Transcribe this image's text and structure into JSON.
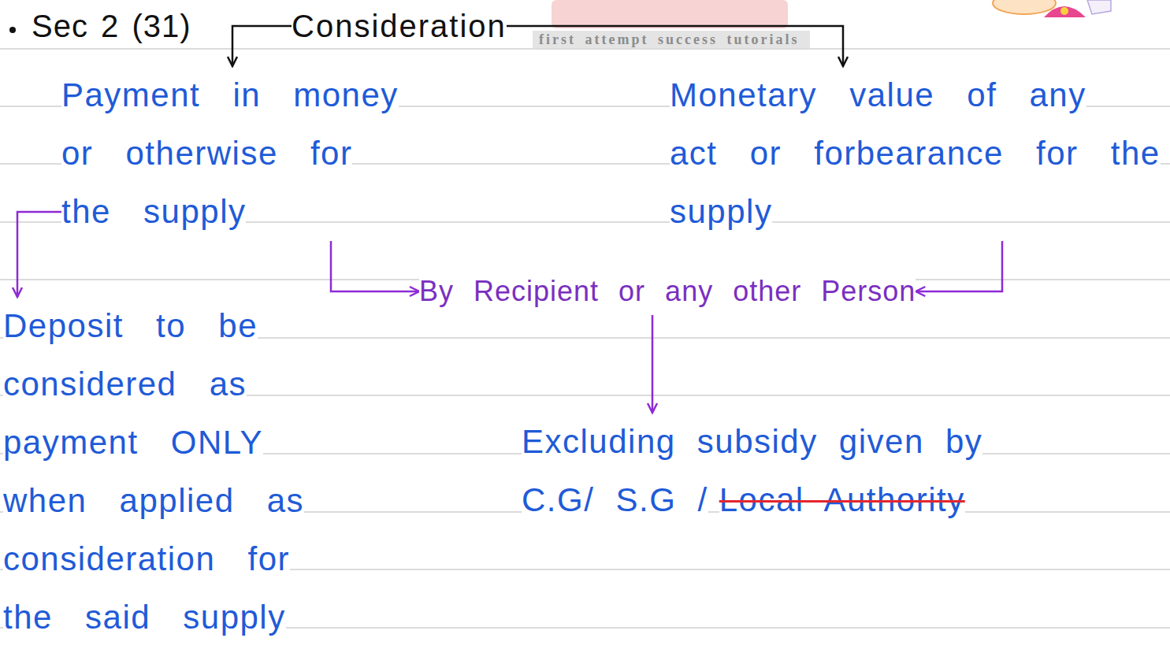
{
  "diagram": {
    "nodes": [
      {
        "text": [
          "Consideration"
        ]
      },
      {
        "text": [
          "Payment in money or otherwise for the supply"
        ]
      },
      {
        "text": [
          "Monetary value of any act or forbearance for the supply"
        ]
      },
      {
        "text": [
          "Deposit to be considered as payment ONLY when applied as consideration for the said supply"
        ]
      },
      {
        "text": [
          "By Recipient or any other Person"
        ]
      },
      {
        "text": [
          "Excluding subsidy given by C.G/ S.G /",
          "Local Authority"
        ]
      }
    ],
    "edges": [
      {
        "from": 0,
        "to": 1,
        "arrow": "to"
      },
      {
        "from": 0,
        "to": 2,
        "arrow": "to"
      },
      {
        "from": 1,
        "to": 3,
        "arrow": "to"
      },
      {
        "from": 1,
        "to": 4,
        "arrow": "to"
      },
      {
        "from": 2,
        "to": 4,
        "arrow": "to"
      },
      {
        "from": 4,
        "to": 5,
        "arrow": "to"
      }
    ],
    "labels": [
      "Sec 2 (31)",
      "first attempt success tutorials"
    ]
  }
}
